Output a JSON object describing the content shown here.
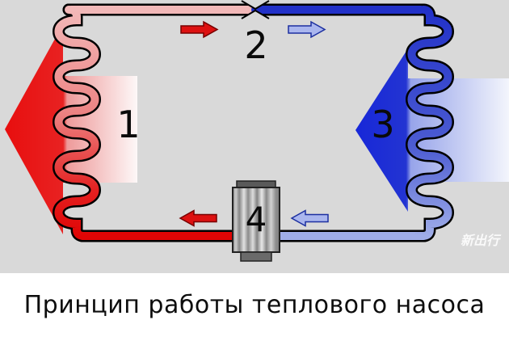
{
  "diagram": {
    "title": "Принцип работы теплового насоса",
    "watermark": "新出行",
    "labels": {
      "condenser": "1",
      "expansion_valve": "2",
      "evaporator": "3",
      "compressor": "4"
    },
    "components": {
      "1": "condenser-coil-heat-release",
      "2": "expansion-valve",
      "3": "evaporator-coil-heat-absorb",
      "4": "compressor"
    },
    "colors": {
      "background": "#d9d9d9",
      "hot": "#e00505",
      "hot_light": "#f2b8b8",
      "cold": "#2231c8",
      "cold_light": "#9fade8",
      "flow_hot": "#dd1111",
      "flow_cold": "#aab6ee",
      "label": "#0a0a0a"
    }
  }
}
